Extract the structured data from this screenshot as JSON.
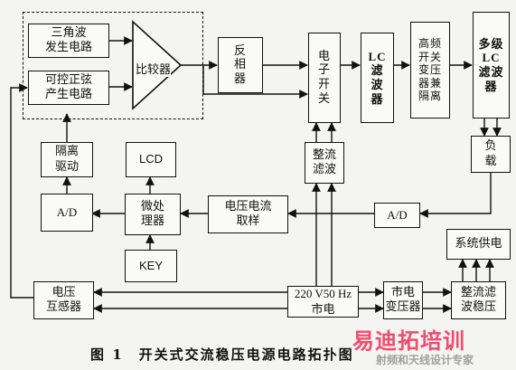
{
  "blocks": {
    "triangle_gen": "三角波\n发生电路",
    "sine_gen": "可控正弦\n产生电路",
    "comparator": "比较器",
    "inverter": "反\n相\n器",
    "electronic_switch": "电\n子\n开\n关",
    "lc_filter": "LC\n滤\n波\n器",
    "hf_transformer": "高频\n开关\n变压\n器兼\n隔离",
    "multi_lc_filter": "多级\nLC\n滤波\n器",
    "isolation_driver": "隔离\n驱动",
    "lcd": "LCD",
    "rectifier_filter": "整流\n滤波",
    "load": "负\n载",
    "ad_left": "A/D",
    "microprocessor": "微处\n理器",
    "vi_sampling": "电压电流\n取样",
    "ad_right": "A/D",
    "key": "KEY",
    "system_power": "系统供电",
    "voltage_transformer": "电压\n互感器",
    "mains": "220 V50 Hz\n市电",
    "mains_transformer": "市电\n变压器",
    "rect_regulator": "整流滤\n波稳压"
  },
  "caption": "图 1　开关式交流稳压电源电路拓扑图",
  "watermark": {
    "main": "易迪拓培训",
    "sub": "射频和天线设计专家"
  }
}
